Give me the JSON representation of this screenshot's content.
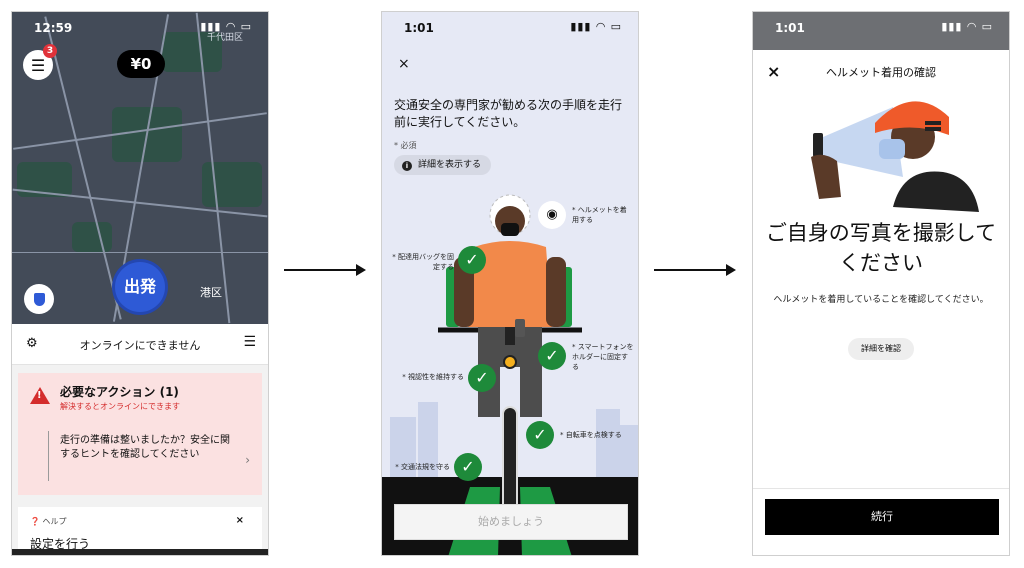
{
  "screen1": {
    "status": {
      "time": "12:59",
      "icons": "▮▮▮ ◠ ▭"
    },
    "map_labels": [
      "千代田区",
      "港区"
    ],
    "menu_badge": "3",
    "balance": "¥0",
    "go_button": "出発",
    "sheet_title": "オンラインにできません",
    "alert": {
      "title": "必要なアクション (1)",
      "subtitle": "解決するとオンラインにできます",
      "body": "走行の準備は整いましたか？安全に関するヒントを確認してください",
      "chevron": "›"
    },
    "help": {
      "label": "ヘルプ",
      "close": "×",
      "action": "設定を行う"
    }
  },
  "screen2": {
    "status": {
      "time": "1:01",
      "icons": "▮▮▮ ◠ ▭"
    },
    "close": "×",
    "title": "交通安全の専門家が勧める次の手順を走行前に実行してください。",
    "required": "* 必須",
    "details_button": "詳細を表示する",
    "steps": [
      "* ヘルメットを着用する",
      "* 配達用バッグを固定する",
      "* スマートフォンをホルダーに固定する",
      "* 視認性を維持する",
      "* 自転車を点検する",
      "* 交通法規を守る"
    ],
    "start_button": "始めましょう"
  },
  "screen3": {
    "status": {
      "time": "1:01",
      "icons": "▮▮▮ ◠ ▭"
    },
    "close": "×",
    "title": "ヘルメット着用の確認",
    "heading": "ご自身の写真を撮影してください",
    "body": "ヘルメットを着用していることを確認してください。",
    "details_button": "詳細を確認",
    "continue_button": "続行"
  },
  "colors": {
    "accent_blue": "#2e5ad6",
    "alert_red": "#d42c2c",
    "check_green": "#1e8a3a",
    "helmet_orange": "#ef5a2a"
  }
}
